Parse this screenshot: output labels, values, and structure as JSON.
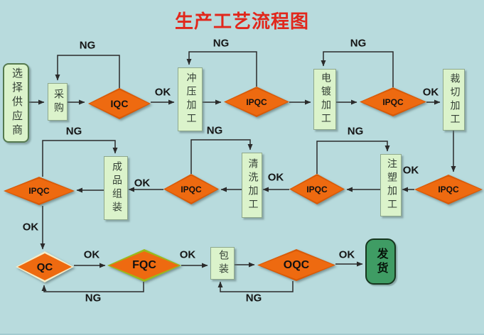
{
  "title": "生产工艺流程图",
  "labels": {
    "ng": "NG",
    "ok": "OK"
  },
  "colors": {
    "bg": "#b8dbdd",
    "title-red": "#e1271c",
    "box-fill": "#dbf3cb",
    "box-border": "#8ea88c",
    "box-text": "#333f35",
    "diamond-fill": "#ee6a10",
    "diamond-border": "#d85a08",
    "qc-border": "#f2ecc9",
    "fqc-border": "#9aba1b",
    "ship-fill": "#3f9c64",
    "arrow": "#2b2b2b"
  },
  "nodes": {
    "supplier": {
      "label": "选择供应商",
      "shape": "rounded-rect"
    },
    "purchase": {
      "label": "采购",
      "shape": "rect"
    },
    "iqc": {
      "label": "IQC",
      "shape": "diamond"
    },
    "stamping": {
      "label": "冲压加工",
      "shape": "rect"
    },
    "ipqc1": {
      "label": "IPQC",
      "shape": "diamond"
    },
    "plating": {
      "label": "电镀加工",
      "shape": "rect"
    },
    "ipqc2": {
      "label": "IPQC",
      "shape": "diamond"
    },
    "cutting": {
      "label": "裁切加工",
      "shape": "rect"
    },
    "ipqc3": {
      "label": "IPQC",
      "shape": "diamond"
    },
    "molding": {
      "label": "注塑加工",
      "shape": "rect"
    },
    "ipqc4": {
      "label": "IPQC",
      "shape": "diamond"
    },
    "cleaning": {
      "label": "清洗加工",
      "shape": "rect"
    },
    "ipqc5": {
      "label": "IPQC",
      "shape": "diamond"
    },
    "assembly": {
      "label": "成品组装",
      "shape": "rect"
    },
    "ipqc6": {
      "label": "IPQC",
      "shape": "diamond"
    },
    "qc": {
      "label": "QC",
      "shape": "diamond"
    },
    "fqc": {
      "label": "FQC",
      "shape": "diamond"
    },
    "packing": {
      "label": "包装",
      "shape": "rect"
    },
    "oqc": {
      "label": "OQC",
      "shape": "diamond"
    },
    "shipping": {
      "label": "发货",
      "shape": "rounded-rect"
    }
  },
  "flow": [
    {
      "from": "supplier",
      "to": "purchase"
    },
    {
      "from": "purchase",
      "to": "iqc"
    },
    {
      "from": "iqc",
      "to": "stamping",
      "label": "OK"
    },
    {
      "from": "iqc",
      "to": "purchase",
      "label": "NG"
    },
    {
      "from": "stamping",
      "to": "ipqc1"
    },
    {
      "from": "ipqc1",
      "to": "plating"
    },
    {
      "from": "ipqc1",
      "to": "stamping",
      "label": "NG"
    },
    {
      "from": "plating",
      "to": "ipqc2"
    },
    {
      "from": "ipqc2",
      "to": "cutting",
      "label": "OK"
    },
    {
      "from": "ipqc2",
      "to": "plating",
      "label": "NG"
    },
    {
      "from": "cutting",
      "to": "ipqc3"
    },
    {
      "from": "ipqc3",
      "to": "molding",
      "label": "OK"
    },
    {
      "from": "molding",
      "to": "ipqc4"
    },
    {
      "from": "ipqc4",
      "to": "cleaning",
      "label": "OK"
    },
    {
      "from": "ipqc4",
      "to": "molding",
      "label": "NG"
    },
    {
      "from": "cleaning",
      "to": "ipqc5"
    },
    {
      "from": "ipqc5",
      "to": "assembly",
      "label": "OK"
    },
    {
      "from": "ipqc5",
      "to": "cleaning",
      "label": "NG"
    },
    {
      "from": "assembly",
      "to": "ipqc6"
    },
    {
      "from": "ipqc6",
      "to": "qc",
      "label": "OK"
    },
    {
      "from": "ipqc6",
      "to": "assembly",
      "label": "NG"
    },
    {
      "from": "qc",
      "to": "fqc",
      "label": "OK"
    },
    {
      "from": "fqc",
      "to": "packing",
      "label": "OK"
    },
    {
      "from": "fqc",
      "to": "qc",
      "label": "NG"
    },
    {
      "from": "packing",
      "to": "oqc"
    },
    {
      "from": "oqc",
      "to": "shipping",
      "label": "OK"
    },
    {
      "from": "oqc",
      "to": "packing",
      "label": "NG"
    }
  ]
}
